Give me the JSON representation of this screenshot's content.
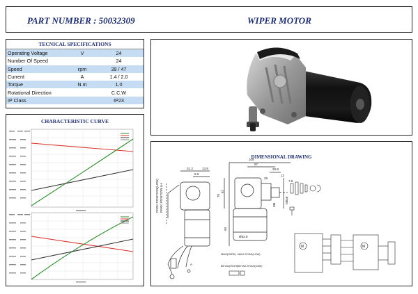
{
  "header": {
    "part_number": "PART NUMBER  : 50032309",
    "product": "WIPER MOTOR"
  },
  "specs": {
    "title": "TECNICAL SPECIFICATIONS",
    "rows": [
      {
        "name": "Operating Voltage",
        "unit": "V",
        "value": "24"
      },
      {
        "name": "Number Of Speed",
        "unit": "",
        "value": "24"
      },
      {
        "name": "Speed",
        "unit": "rpm",
        "value": "39 / 47"
      },
      {
        "name": "Current",
        "unit": "A",
        "value": "1.4 / 2.0"
      },
      {
        "name": "Torque",
        "unit": "N.m",
        "value": "1.0"
      },
      {
        "name": "Rotational Direction",
        "unit": "",
        "value": "C.C.W"
      },
      {
        "name": "IP Class",
        "unit": "",
        "value": "IP23"
      }
    ],
    "row_color": "#c6dcf2"
  },
  "curve": {
    "title": "CHARACTERISTIC CURVE"
  },
  "drawing": {
    "title": "DIMENSIONAL DRAWING",
    "dims": [
      "31.2",
      "13.8",
      "8.5",
      "108",
      "57",
      "20.8",
      "29",
      "12",
      "7.5",
      "70",
      "94",
      "67",
      "Ø62.8",
      "M6",
      "M5x6"
    ],
    "side_label_1": "PARK POSITION(LOW)",
    "side_label_2": "PARK POSITION LH",
    "wire_1": "MAVI(PARK)",
    "wire_2": "MAVI-SIYAH(LOW)",
    "wire_3": "BEYAZ(HIGH)",
    "wire_4": "BEYAZ-SIYAH(GND)",
    "label_a": "A",
    "label_m": "M"
  },
  "colors": {
    "title_blue": "#1f2f6e",
    "curve_green": "#2e8b2e",
    "curve_red": "#d9302a",
    "curve_dark": "#333333"
  }
}
